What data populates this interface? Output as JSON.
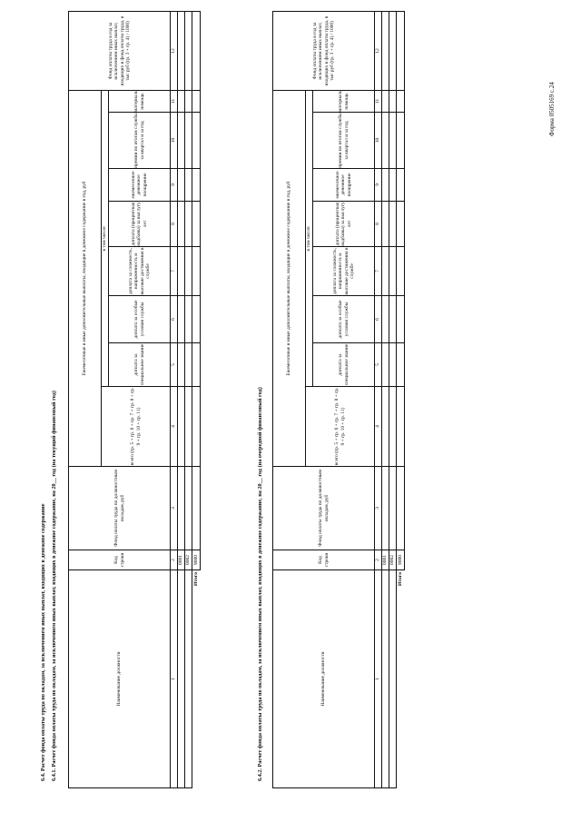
{
  "form_code": "Форма 0505169 с.24",
  "section_title": "6.4. Расчет фонда оплаты труда по окладам, за исключением иных выплат, входящих в денежное содержание",
  "tables": [
    {
      "title": "6.4.1. Расчет фонда оплаты труда по окладам, за исключением иных выплат, входящих в денежное содержание, на 20__ год (на текущий финансовый год)",
      "headers": {
        "position": "Наименование должности",
        "code": "Код строки",
        "fot_oklad": "Фонд оплаты труда по должностным окладам, руб",
        "additional_group": "Ежемесячные и иные дополнительные выплаты, входящие в денежное содержание в год, руб",
        "total": "всего (гр. 5 + гр. 6 + гр. 7 + гр. 8 + гр. 9 + гр. 10 + гр. 11)",
        "in_that_number": "в том числе:",
        "col5": "доплата за специальное звание",
        "col6": "доплата за особые условия службы",
        "col7": "доплата за сложность, напряженность и высокие достижения в службе",
        "col8": "доплата (процентная надбавка) за выслугу лет",
        "col9": "ежемесячное денежное поощрение",
        "col10": "премии по итогам службы за квартал и за год",
        "col11": "материальная помощь",
        "col12": "Фонд оплаты труда в год за исключением иных выплат, входящих в фонд оплаты труда, в тыс руб (гр. 3 + гр. 4) / 1000)"
      },
      "col_numbers": [
        "1",
        "2",
        "3",
        "4",
        "5",
        "6",
        "7",
        "8",
        "9",
        "10",
        "11",
        "12"
      ],
      "rows": [
        {
          "position": "",
          "code": "0001"
        },
        {
          "position": "",
          "code": "0002"
        }
      ],
      "total_label": "Итого",
      "total_code": "9000"
    },
    {
      "title": "6.4.2. Расчет фонда оплаты труда по окладам, за исключением иных выплат, входящих в денежное содержание, на 20__ год (на очередной финансовый год)",
      "headers": {
        "position": "Наименование должности",
        "code": "Код строки",
        "fot_oklad": "Фонд оплаты труда по должностным окладам, руб",
        "additional_group": "Ежемесячные и иные дополнительные выплаты, входящие в денежное содержание в год, руб",
        "total": "всего (гр. 5 + гр. 6 + гр. 7 + гр. 8 + гр. 9 + гр. 10 + гр. 11)",
        "in_that_number": "в том числе:",
        "col5": "доплата за специальное звание",
        "col6": "доплата за особые условия службы",
        "col7": "доплата за сложность, напряженность и высокие достижения в службе",
        "col8": "доплата (процентная надбавка) за выслугу лет",
        "col9": "ежемесячное денежное поощрение",
        "col10": "премии по итогам службы за квартал и за год",
        "col11": "материальная помощь",
        "col12": "Фонд оплаты труда в год за исключением иных выплат, входящих в фонд оплаты труда, в тыс руб (гр. 3 + гр. 4) / 1000)"
      },
      "col_numbers": [
        "1",
        "2",
        "3",
        "4",
        "5",
        "6",
        "7",
        "8",
        "9",
        "10",
        "11",
        "12"
      ],
      "rows": [
        {
          "position": "",
          "code": "0001"
        },
        {
          "position": "",
          "code": "0002"
        }
      ],
      "total_label": "Итого",
      "total_code": "9000"
    }
  ]
}
